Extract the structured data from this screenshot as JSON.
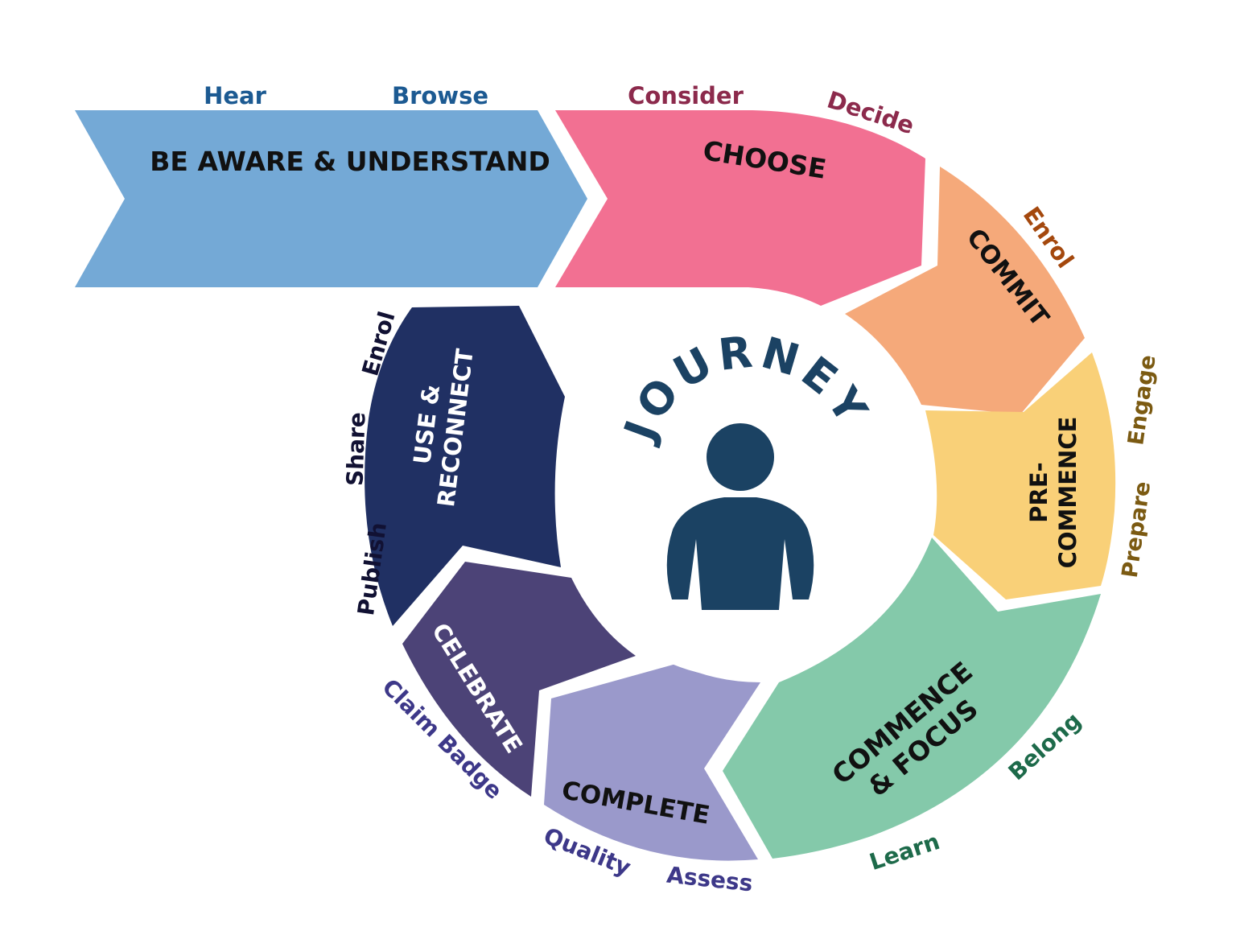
{
  "center": {
    "title": "JOURNEY",
    "icon": "person-icon"
  },
  "colors": {
    "aware": "#74a9d6",
    "choose": "#f27092",
    "commit": "#f5a97a",
    "precommence": "#f9d078",
    "commence": "#84c9aa",
    "complete": "#9a99cb",
    "celebrate": "#4c4377",
    "reconnect": "#203063",
    "center_ink": "#1b4263"
  },
  "stages": {
    "aware": {
      "title": "BE AWARE & UNDERSTAND",
      "steps": [
        "Hear",
        "Browse"
      ]
    },
    "choose": {
      "title": "CHOOSE",
      "steps": [
        "Consider",
        "Decide"
      ]
    },
    "commit": {
      "title": "COMMIT",
      "steps": [
        "Enrol"
      ]
    },
    "precommence": {
      "title_lines": [
        "PRE-",
        "COMMENCE"
      ],
      "steps": [
        "Engage",
        "Prepare"
      ]
    },
    "commence": {
      "title_lines": [
        "COMMENCE",
        "& FOCUS"
      ],
      "steps": [
        "Belong",
        "Learn"
      ]
    },
    "complete": {
      "title": "COMPLETE",
      "steps": [
        "Assess",
        "Quality"
      ]
    },
    "celebrate": {
      "title": "CELEBRATE",
      "steps": [
        "Claim Badge"
      ]
    },
    "reconnect": {
      "title_lines": [
        "USE &",
        "RECONNECT"
      ],
      "steps": [
        "Publish",
        "Share",
        "Enrol"
      ]
    }
  }
}
